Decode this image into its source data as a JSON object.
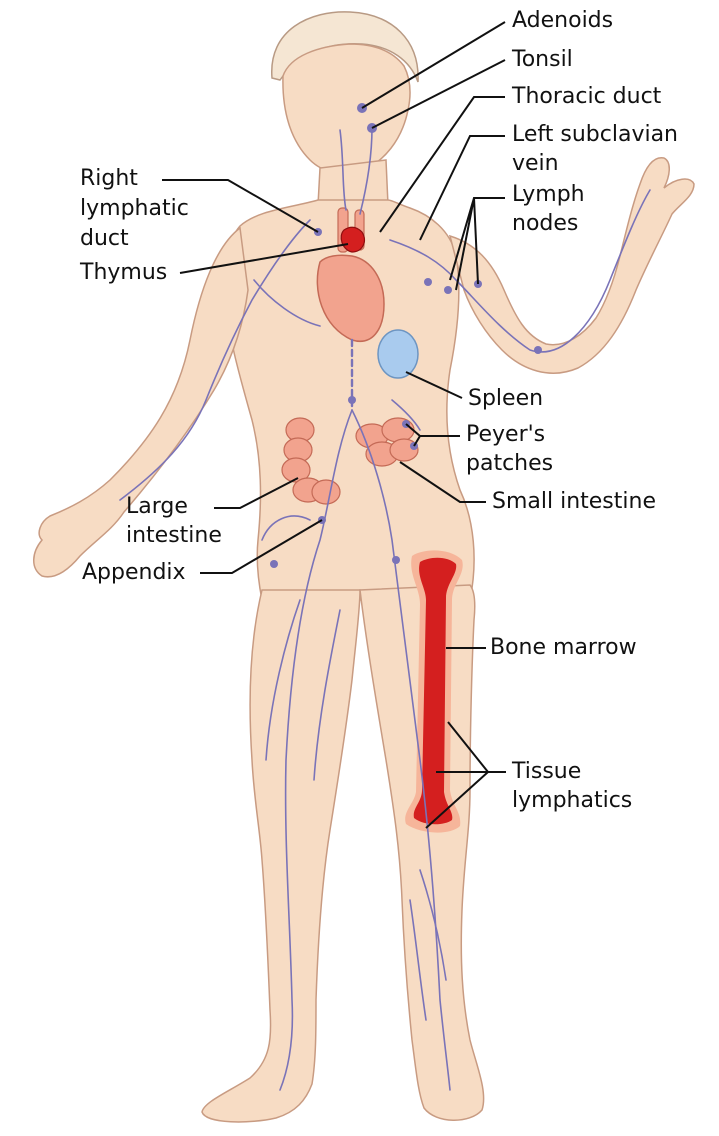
{
  "colors": {
    "skin": "#f7dcc4",
    "skin_outline": "#c89b82",
    "lymph": "#7a73b8",
    "bone": "#d41f1f",
    "marrow_halo": "#f6b59a",
    "spleen": "#a9cbee",
    "organ": "#f2a38e",
    "leader": "#111111"
  },
  "labels": {
    "adenoids": "Adenoids",
    "tonsil": "Tonsil",
    "thoracic_duct": "Thoracic duct",
    "left_subclavian_vein_1": "Left subclavian",
    "left_subclavian_vein_2": "vein",
    "lymph_nodes_1": "Lymph",
    "lymph_nodes_2": "nodes",
    "right_lymphatic_duct_1": "Right",
    "right_lymphatic_duct_2": "lymphatic",
    "right_lymphatic_duct_3": "duct",
    "thymus": "Thymus",
    "spleen": "Spleen",
    "peyers_patches_1": "Peyer's",
    "peyers_patches_2": "patches",
    "small_intestine": "Small intestine",
    "large_intestine_1": "Large",
    "large_intestine_2": "intestine",
    "appendix": "Appendix",
    "bone_marrow": "Bone marrow",
    "tissue_lymphatics_1": "Tissue",
    "tissue_lymphatics_2": "lymphatics"
  }
}
